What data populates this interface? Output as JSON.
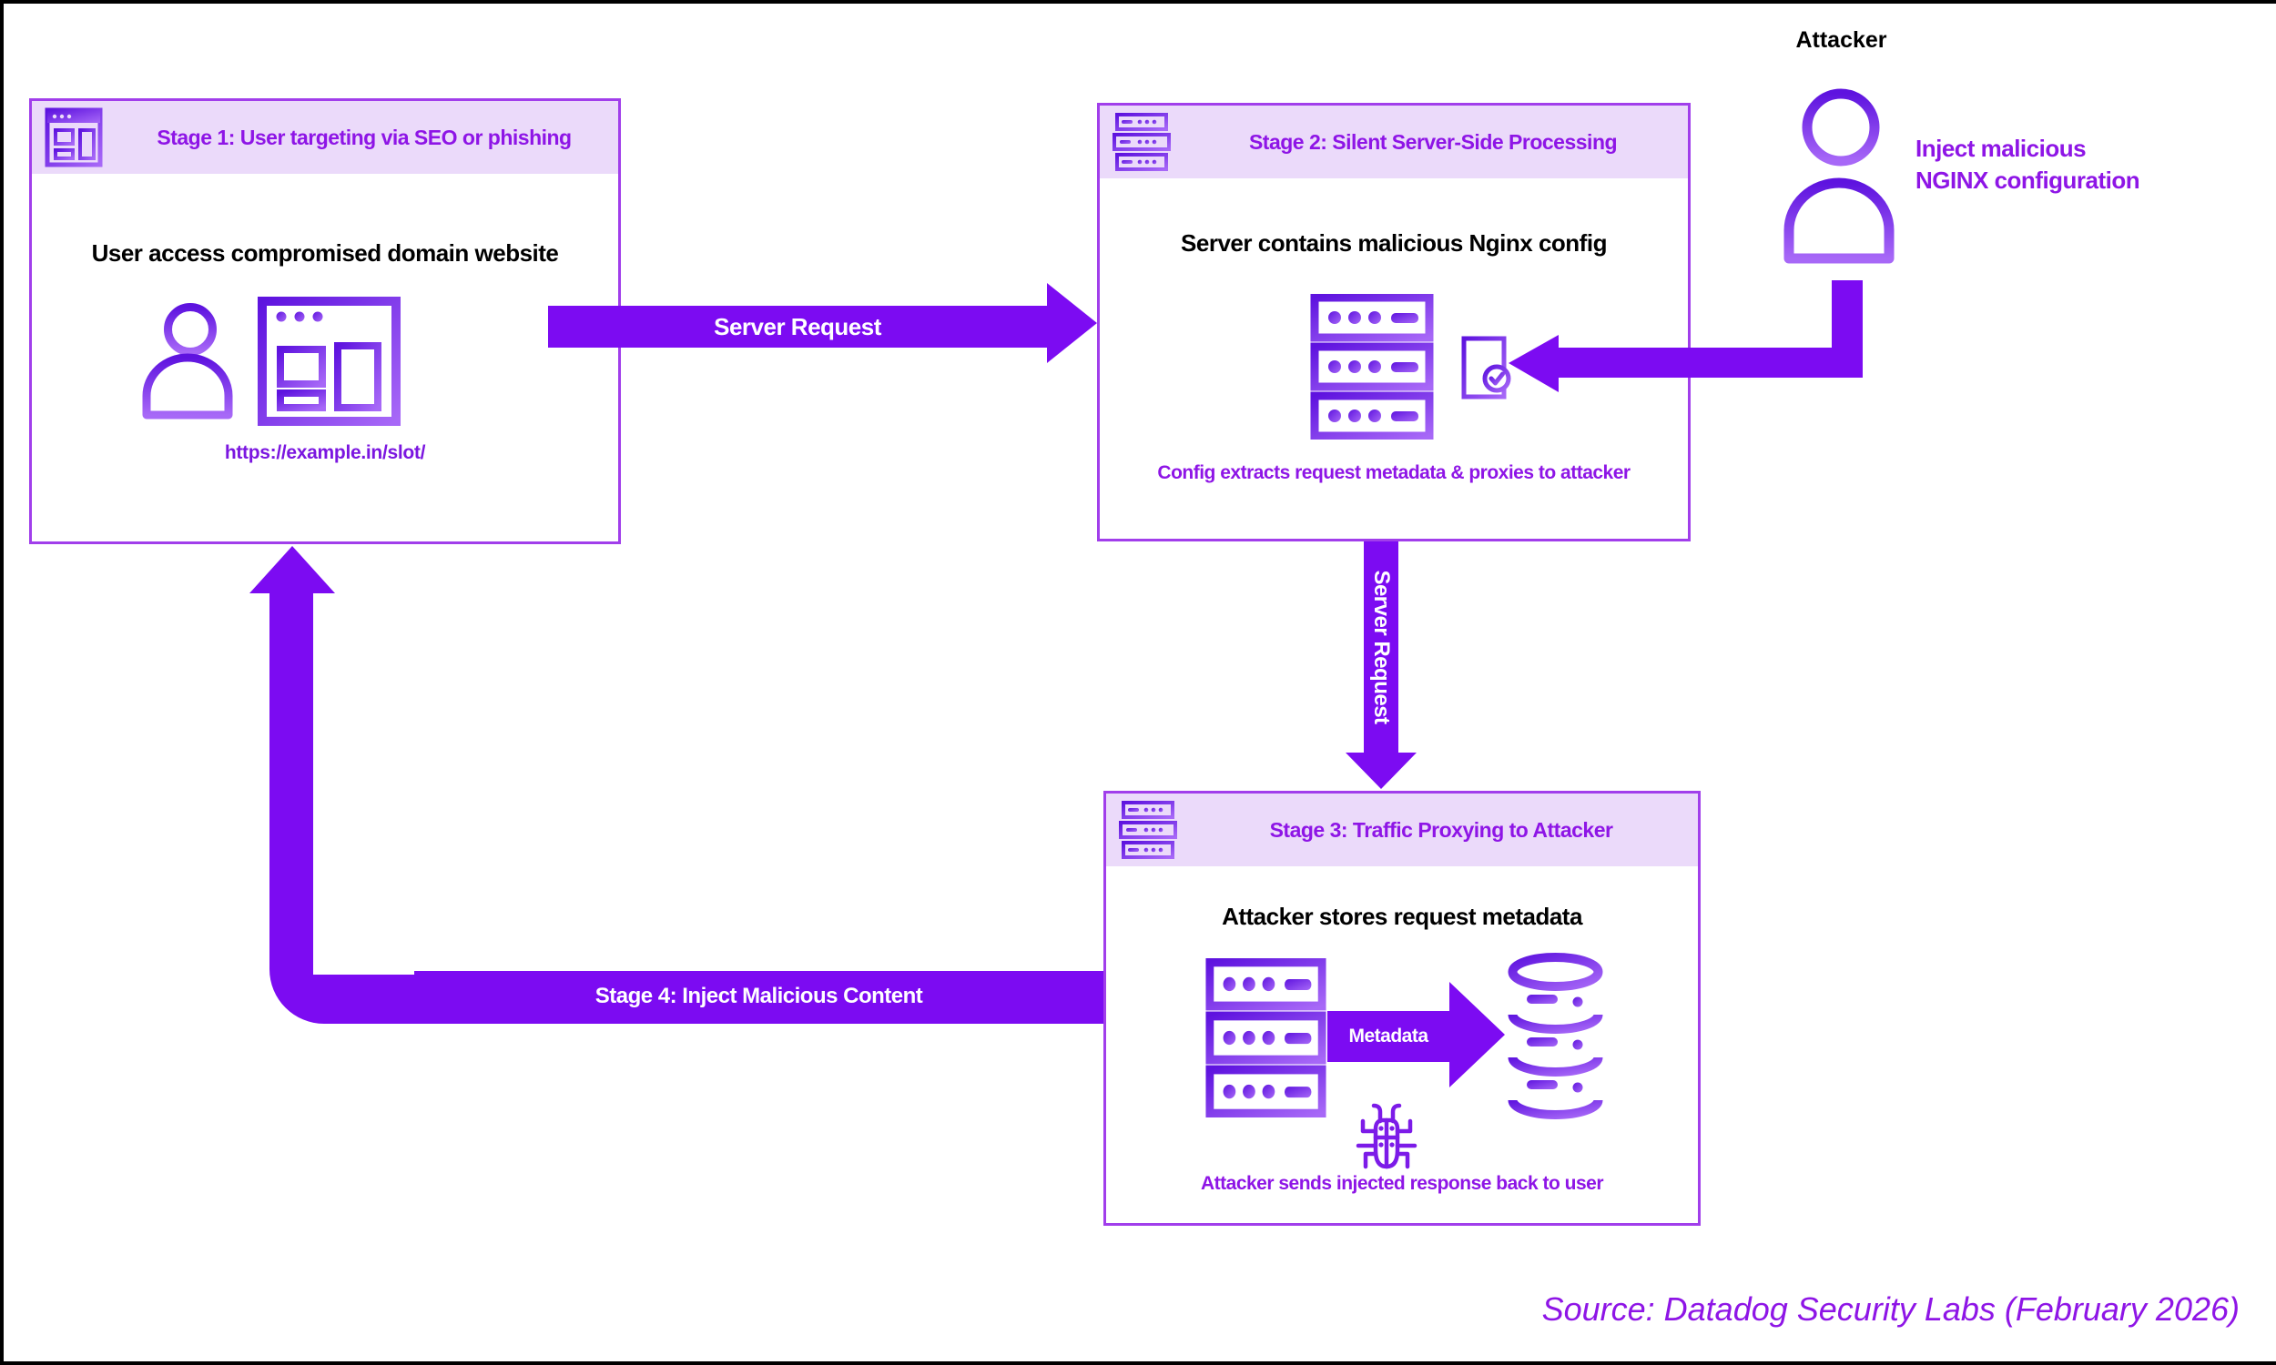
{
  "stage1": {
    "title": "Stage 1: User targeting via SEO or phishing",
    "heading": "User access compromised domain website",
    "url": "https://example.in/slot/"
  },
  "stage2": {
    "title": "Stage 2: Silent Server-Side Processing",
    "heading": "Server contains malicious Nginx config",
    "caption": "Config extracts request metadata & proxies to attacker"
  },
  "stage3": {
    "title": "Stage 3: Traffic Proxying to Attacker",
    "heading": "Attacker stores request metadata",
    "caption": "Attacker sends injected response back to user"
  },
  "attacker": {
    "label": "Attacker",
    "action_line1": "Inject malicious",
    "action_line2": "NGINX configuration"
  },
  "arrows": {
    "server_request_horizontal": "Server Request",
    "server_request_vertical": "Server Request",
    "stage4": "Stage 4: Inject Malicious Content",
    "metadata": "Metadata"
  },
  "footer": {
    "source": "Source: Datadog Security Labs (February 2026)"
  },
  "icons": {
    "stage1_header": "browser-window-icon",
    "stage2_header": "server-stack-icon",
    "stage3_header": "server-stack-icon",
    "stage1_user": "person-icon",
    "stage1_site": "browser-window-icon",
    "stage2_server": "server-stack-icon",
    "stage2_config": "document-check-icon",
    "stage3_server": "server-stack-icon",
    "stage3_database": "database-icon",
    "stage3_bug": "bug-icon",
    "attacker_person": "person-icon"
  },
  "colors": {
    "arrow_purple": "#7C0BF2",
    "border_purple": "#A13EEB",
    "header_band": "#EBDAFA",
    "text_purple": "#8E15E6",
    "url_purple": "#7B16E0",
    "icon_gradient_start": "#5E13DF",
    "icon_gradient_end": "#A768F7",
    "frame_black": "#000000",
    "background": "#FFFFFF"
  }
}
